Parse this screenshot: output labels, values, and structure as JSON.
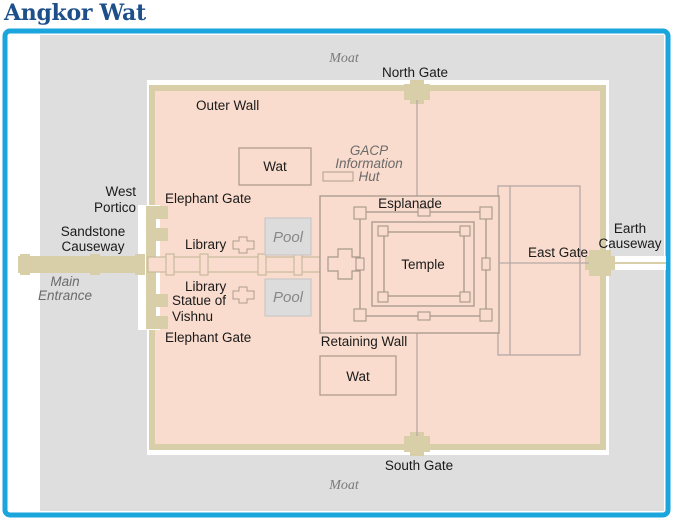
{
  "title": "Angkor Wat",
  "colors": {
    "title": "#1d4f8a",
    "frame": "#1aa5dc",
    "moat": "#dedede",
    "enclosure": "#f9dccd",
    "wall": "#d8cfa8",
    "inner_lines": "#b6a9a6",
    "pool": "#dcdcdc"
  },
  "labels": {
    "moat_top": "Moat",
    "moat_bottom": "Moat",
    "north_gate": "North Gate",
    "south_gate": "South Gate",
    "east_gate": "East Gate",
    "outer_wall": "Outer Wall",
    "wat_top": "Wat",
    "wat_bottom": "Wat",
    "gacp_line1": "GACP",
    "gacp_line2": "Information",
    "gacp_line3": "Hut",
    "esplanade": "Esplanade",
    "temple": "Temple",
    "retaining_wall": "Retaining Wall",
    "library_top": "Library",
    "library_bottom": "Library",
    "pool_top": "Pool",
    "pool_bottom": "Pool",
    "elephant_gate_top": "Elephant Gate",
    "elephant_gate_bottom": "Elephant Gate",
    "statue_line1": "Statue of",
    "statue_line2": "Vishnu",
    "west_portico_line1": "West",
    "west_portico_line2": "Portico",
    "causeway_line1": "Sandstone",
    "causeway_line2": "Causeway",
    "main_entrance_line1": "Main",
    "main_entrance_line2": "Entrance",
    "earth_causeway_line1": "Earth",
    "earth_causeway_line2": "Causeway"
  }
}
